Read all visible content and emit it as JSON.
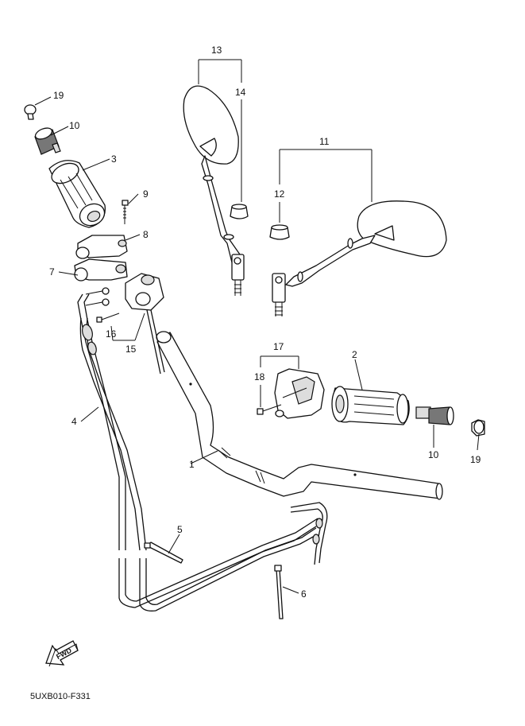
{
  "diagram": {
    "code": "5UXB010-F331",
    "fwd_label": "FWD",
    "callouts": {
      "c1": "1",
      "c2": "2",
      "c3": "3",
      "c4": "4",
      "c5": "5",
      "c6": "6",
      "c7": "7",
      "c8": "8",
      "c9": "9",
      "c10a": "10",
      "c10b": "10",
      "c11": "11",
      "c12": "12",
      "c13": "13",
      "c14": "14",
      "c15": "15",
      "c16": "16",
      "c17": "17",
      "c18": "18",
      "c19a": "19",
      "c19b": "19"
    }
  }
}
